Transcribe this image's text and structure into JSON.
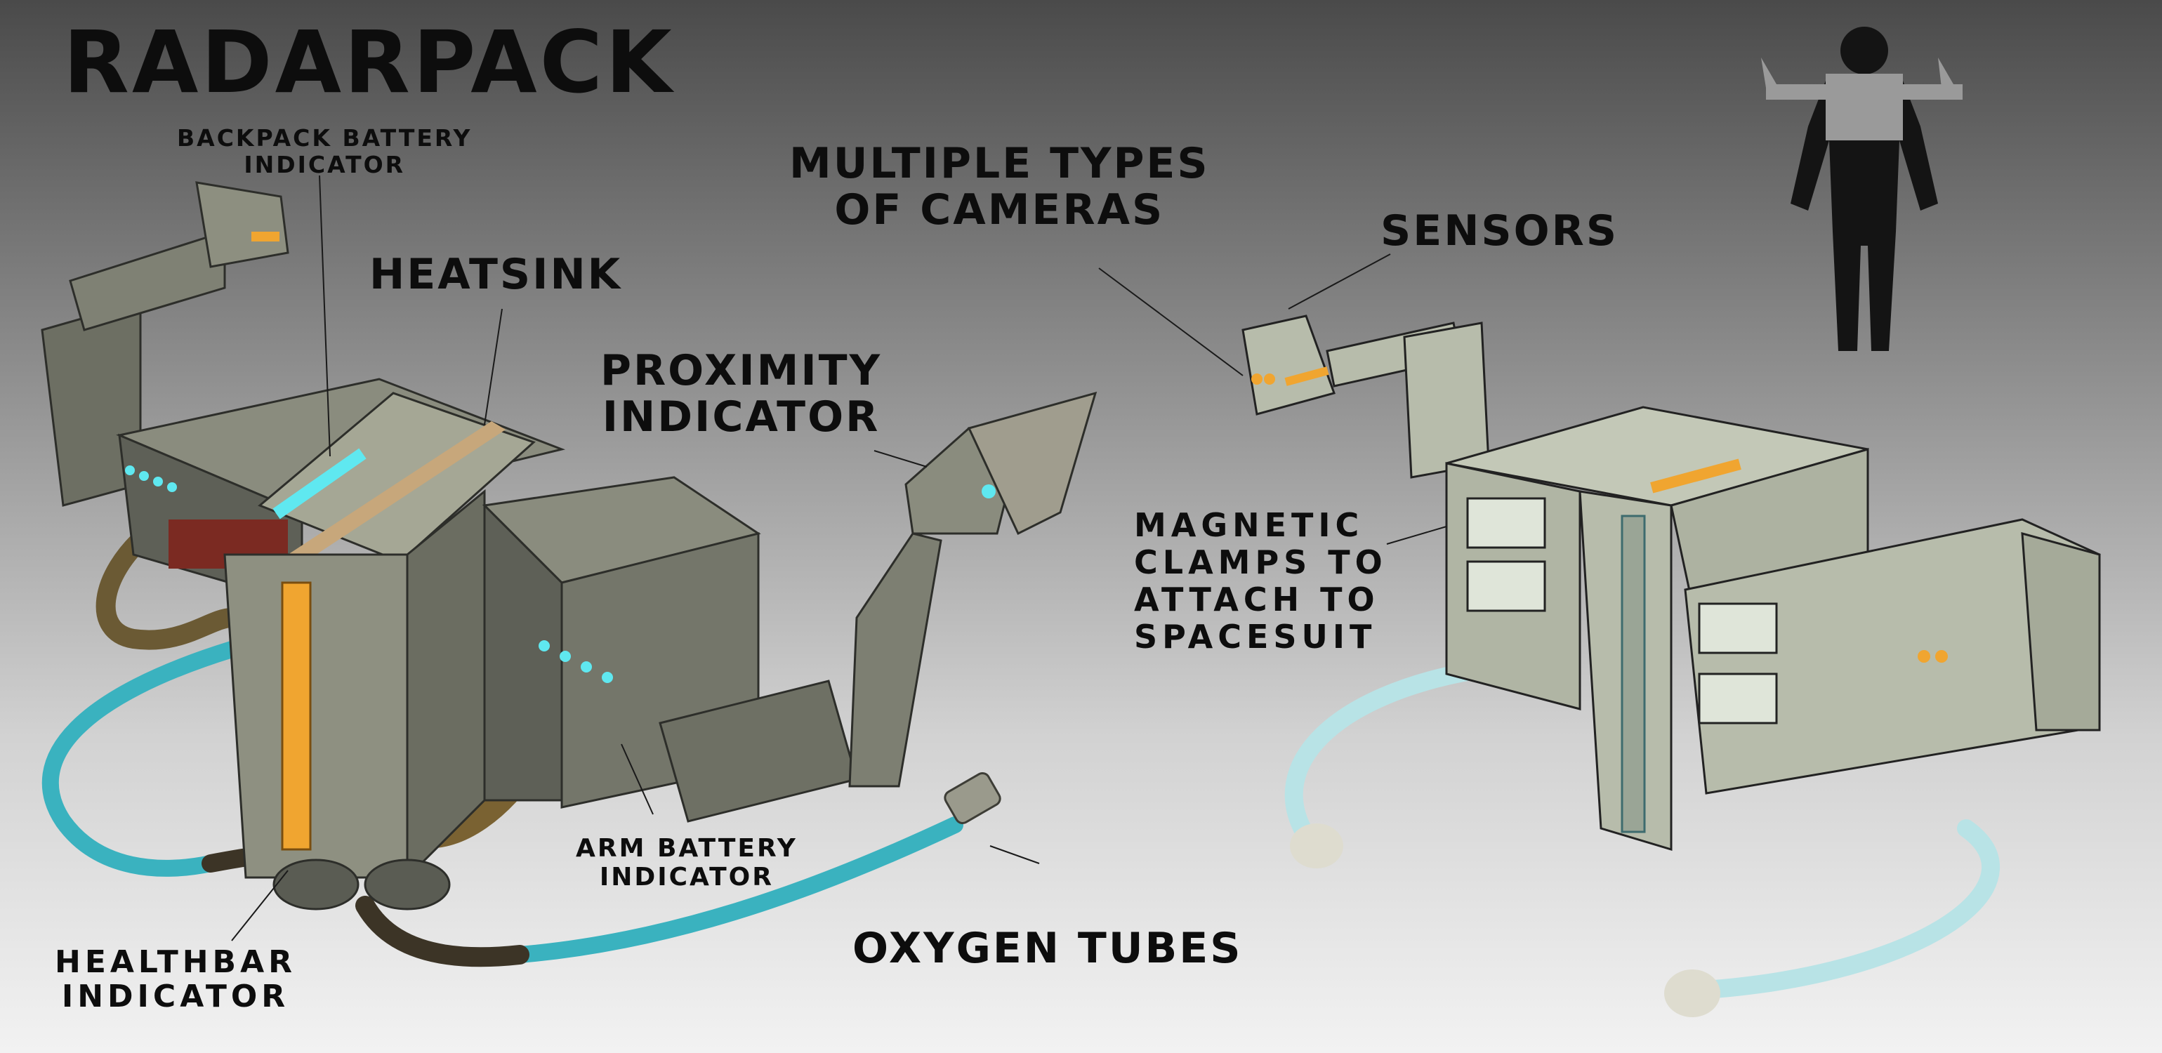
{
  "title": "RADARPACK",
  "labels": {
    "backpack_battery": [
      "BACKPACK BATTERY",
      "INDICATOR"
    ],
    "heatsink": "HEATSINK",
    "proximity": [
      "PROXIMITY",
      "INDICATOR"
    ],
    "cameras": [
      "MULTIPLE TYPES",
      "OF CAMERAS"
    ],
    "sensors": "SENSORS",
    "magnetic": [
      "MAGNETIC",
      "CLAMPS TO",
      "ATTACH TO",
      "SPACESUIT"
    ],
    "arm_battery": [
      "ARM BATTERY",
      "INDICATOR"
    ],
    "healthbar": [
      "HEALTHBAR",
      "INDICATOR"
    ],
    "oxygen": "OXYGEN TUBES"
  },
  "colors": {
    "metal": "#7d7f72",
    "metal_light": "#a9ab9a",
    "metal_dark": "#4c4e46",
    "tube": "#3ab2bf",
    "tube_pale": "#b8e3e6",
    "glow_orange": "#f0a530",
    "led_cyan": "#5fe8f0",
    "sketch_body": "#b7bcab"
  },
  "icons": [
    "radarpack-render",
    "radarpack-sketch",
    "human-silhouette-icon"
  ]
}
